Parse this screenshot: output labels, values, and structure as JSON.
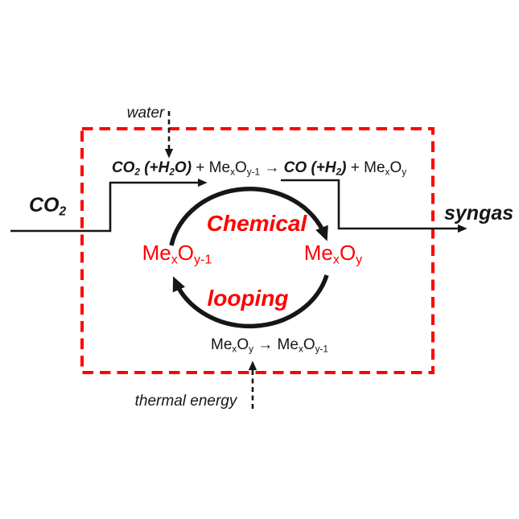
{
  "colors": {
    "accent_red": "#ff0000",
    "ink": "#161616"
  },
  "labels": {
    "water": "water",
    "thermal_energy": "thermal energy",
    "syngas": "syngas",
    "cycle_word_top": "Chemical",
    "cycle_word_bottom": "looping"
  },
  "formulas": {
    "co2_feed": [
      {
        "t": "CO",
        "bi": 1
      },
      {
        "t": "2",
        "sub": 1,
        "bi": 1
      }
    ],
    "top_equation": [
      {
        "t": "CO",
        "bi": 1
      },
      {
        "t": "2",
        "sub": 1,
        "bi": 1
      },
      {
        "t": " (+H",
        "bi": 1
      },
      {
        "t": "2",
        "sub": 1,
        "bi": 1
      },
      {
        "t": "O)",
        "bi": 1
      },
      {
        "t": " + Me"
      },
      {
        "t": "x",
        "sub": 1
      },
      {
        "t": "O"
      },
      {
        "t": "y-1",
        "sub": 1
      },
      {
        "t": " → ",
        "b": 1
      },
      {
        "t": "CO (+H",
        "bi": 1
      },
      {
        "t": "2",
        "sub": 1,
        "bi": 1
      },
      {
        "t": ")",
        "bi": 1
      },
      {
        "t": " + Me"
      },
      {
        "t": "x",
        "sub": 1
      },
      {
        "t": "O"
      },
      {
        "t": "y",
        "sub": 1
      }
    ],
    "reduced_carrier": [
      {
        "t": "Me"
      },
      {
        "t": "x",
        "sub": 1
      },
      {
        "t": "O"
      },
      {
        "t": "y-1",
        "sub": 1
      }
    ],
    "oxidized_carrier": [
      {
        "t": "Me"
      },
      {
        "t": "x",
        "sub": 1
      },
      {
        "t": "O"
      },
      {
        "t": "y",
        "sub": 1
      }
    ],
    "bottom_equation": [
      {
        "t": "Me"
      },
      {
        "t": "x",
        "sub": 1
      },
      {
        "t": "O"
      },
      {
        "t": "y",
        "sub": 1
      },
      {
        "t": " → ",
        "b": 1
      },
      {
        "t": "Me"
      },
      {
        "t": "x",
        "sub": 1
      },
      {
        "t": "O"
      },
      {
        "t": "y-1",
        "sub": 1
      }
    ]
  }
}
